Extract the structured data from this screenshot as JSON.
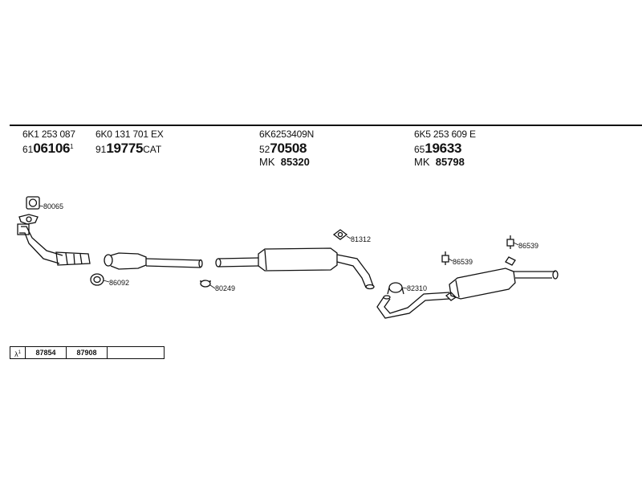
{
  "parts": [
    {
      "oe": "6K1 253 087",
      "pn_prefix": "61",
      "pn_main": "06106",
      "pn_sup": "1",
      "pn_suffix": "",
      "mk_prefix": "",
      "mk_code": ""
    },
    {
      "oe": "6K0 131 701 EX",
      "pn_prefix": "91",
      "pn_main": "19775",
      "pn_sup": "",
      "pn_suffix": "CAT",
      "mk_prefix": "",
      "mk_code": ""
    },
    {
      "oe": "6K6253409N",
      "pn_prefix": "52",
      "pn_main": "70508",
      "pn_sup": "",
      "pn_suffix": "",
      "mk_prefix": "MK",
      "mk_code": "85320"
    },
    {
      "oe": "6K5 253 609 E",
      "pn_prefix": "65",
      "pn_main": "19633",
      "pn_sup": "",
      "pn_suffix": "",
      "mk_prefix": "MK",
      "mk_code": "85798"
    }
  ],
  "labels": {
    "gasket_80065": "80065",
    "ring_86092": "86092",
    "clamp_80249": "80249",
    "hanger_81312": "81312",
    "clamp_82310": "82310",
    "mount_86539_a": "86539",
    "mount_86539_b": "86539"
  },
  "footer": {
    "symbol": "λ",
    "symbol_sup": "1",
    "cells": [
      "87854",
      "87908",
      ""
    ]
  }
}
